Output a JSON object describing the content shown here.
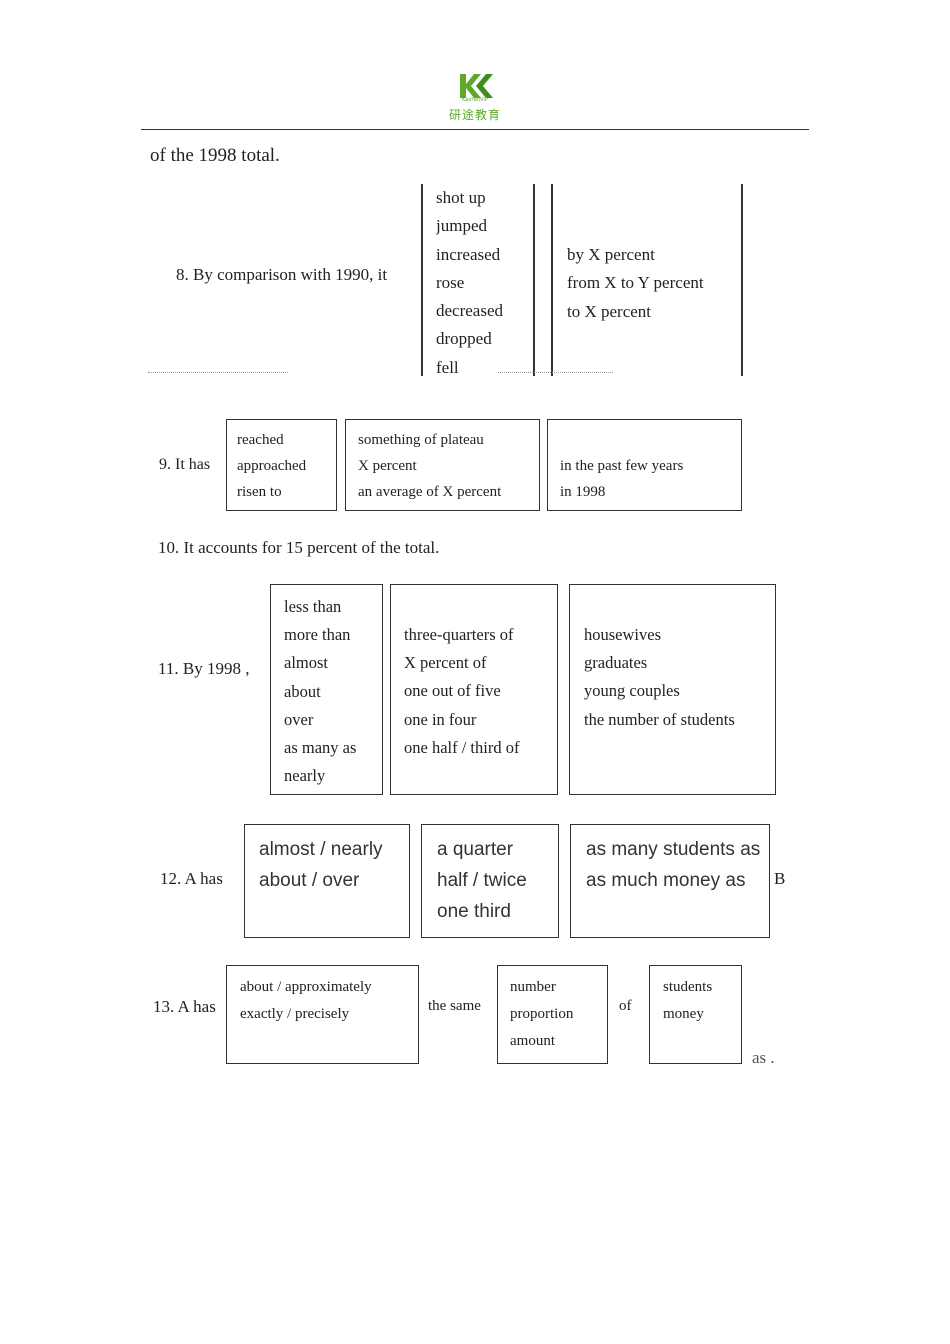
{
  "header": {
    "logo_icon": "kk-logo-icon",
    "logo_sub": "KaoYanVIP",
    "logo_text": "研途教育",
    "accent_color": "#5fa829"
  },
  "item7_tail": "of the 1998 total.",
  "item8": {
    "lead": "8. By comparison with 1990, it",
    "verbs": [
      "shot up",
      "jumped",
      "increased",
      "rose",
      "decreased",
      "dropped",
      "fell"
    ],
    "amounts": [
      "by X percent",
      "from X to Y percent",
      "to X percent"
    ]
  },
  "item9": {
    "lead": "9. It has",
    "verbs": [
      "reached",
      "approached",
      "risen to"
    ],
    "objects": [
      "something of plateau",
      "X percent",
      "an average of X percent"
    ],
    "times": [
      "in the past few years",
      "in 1998"
    ]
  },
  "item10": {
    "text": "10. It accounts for 15 percent of the total."
  },
  "item11": {
    "lead": "11. By 1998 ,",
    "quantifiers": [
      "less than",
      "more than",
      "almost",
      "about",
      "over",
      "as many as",
      "nearly"
    ],
    "fractions": [
      "three-quarters of",
      "X percent of",
      "one out of five",
      "one in four",
      "one half / third of"
    ],
    "subjects": [
      "housewives",
      "graduates",
      "young couples",
      "the number of students"
    ]
  },
  "item12": {
    "lead": "12. A has",
    "adverbs": [
      "almost / nearly",
      "about / over"
    ],
    "multipliers": [
      "a quarter",
      "half / twice",
      "one third"
    ],
    "comparisons": [
      "as many students as",
      "as much money as"
    ],
    "tail": "B"
  },
  "item13": {
    "lead": "13. A has",
    "adverbs": [
      "about / approximately",
      "exactly / precisely"
    ],
    "middle": "the same",
    "nouns": [
      "number",
      "proportion",
      "amount"
    ],
    "of": "of",
    "objects": [
      "students",
      "money"
    ],
    "tail": "as ."
  }
}
